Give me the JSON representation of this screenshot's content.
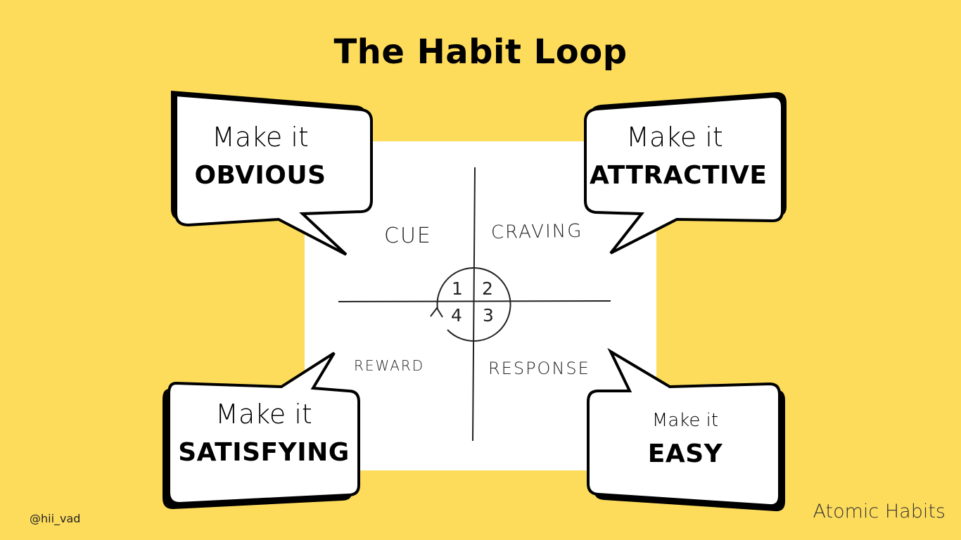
{
  "title": "The Habit Loop",
  "quadrants": {
    "cue": "CUE",
    "craving": "CRAVING",
    "reward": "REWARD",
    "response": "RESPONSE"
  },
  "loop_numbers": [
    "1",
    "2",
    "3",
    "4"
  ],
  "bubbles": [
    {
      "prefix": "Make it",
      "keyword": "OBVIOUS"
    },
    {
      "prefix": "Make it",
      "keyword": "ATTRACTIVE"
    },
    {
      "prefix": "Make it",
      "keyword": "SATISFYING"
    },
    {
      "prefix": "Make it",
      "keyword": "EASY"
    }
  ],
  "footer": {
    "handle": "@hii_vad",
    "book": "Atomic Habits"
  },
  "colors": {
    "background": "#fddc5c",
    "paper": "#ffffff",
    "ink": "#000000"
  }
}
